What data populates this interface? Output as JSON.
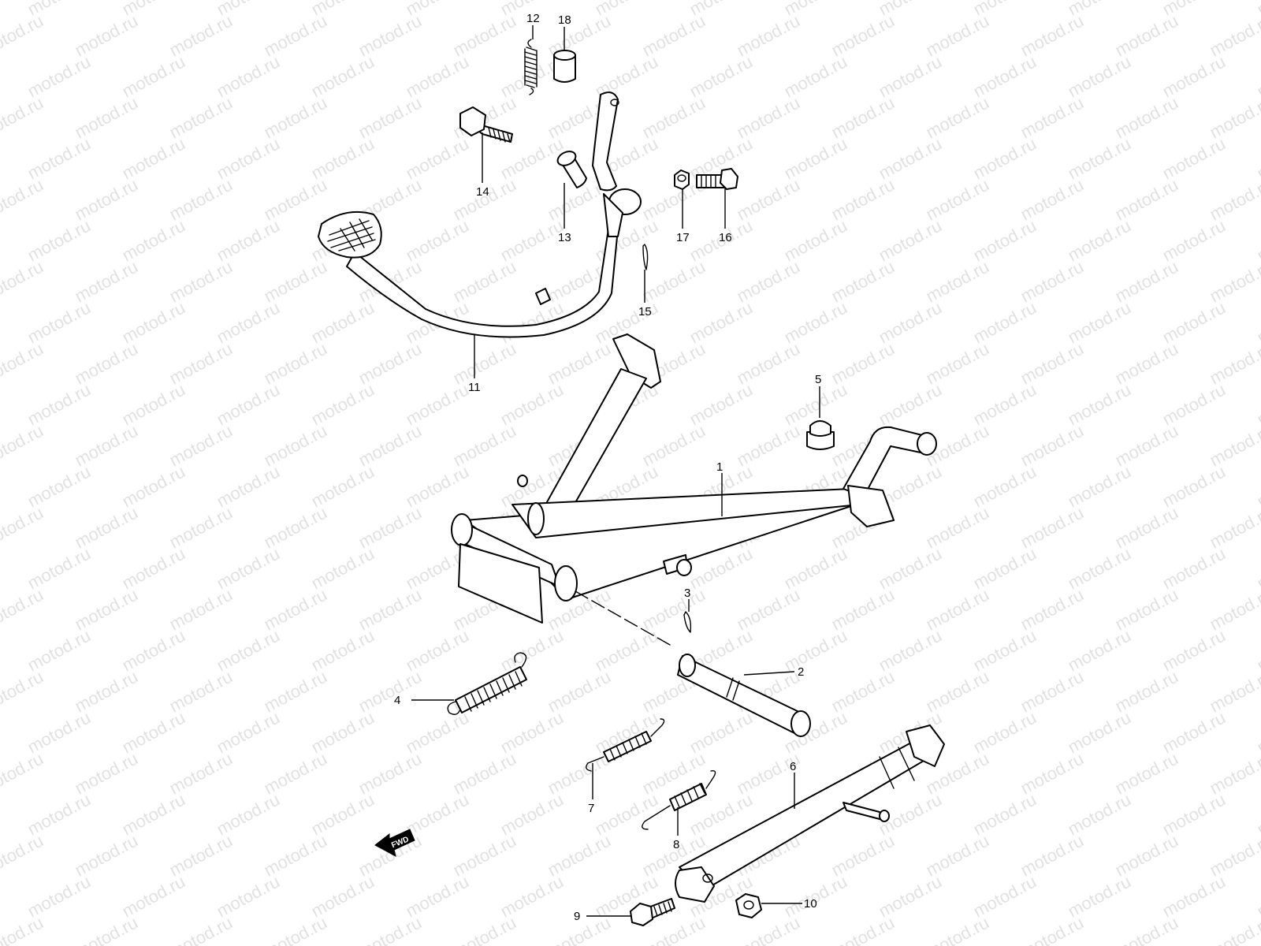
{
  "watermark": "motod.ru",
  "direction_label": "FWD",
  "callouts": [
    {
      "id": "1",
      "label": "1"
    },
    {
      "id": "2",
      "label": "2"
    },
    {
      "id": "3",
      "label": "3"
    },
    {
      "id": "4",
      "label": "4"
    },
    {
      "id": "5",
      "label": "5"
    },
    {
      "id": "6",
      "label": "6"
    },
    {
      "id": "7",
      "label": "7"
    },
    {
      "id": "8",
      "label": "8"
    },
    {
      "id": "9",
      "label": "9"
    },
    {
      "id": "10",
      "label": "10"
    },
    {
      "id": "11",
      "label": "11"
    },
    {
      "id": "12",
      "label": "12"
    },
    {
      "id": "13",
      "label": "13"
    },
    {
      "id": "14",
      "label": "14"
    },
    {
      "id": "15",
      "label": "15"
    },
    {
      "id": "16",
      "label": "16"
    },
    {
      "id": "17",
      "label": "17"
    },
    {
      "id": "18",
      "label": "18"
    }
  ]
}
